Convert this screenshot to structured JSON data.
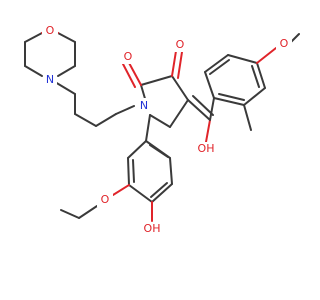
{
  "atoms": {
    "morpholine_o": "O",
    "morpholine_n": "N",
    "ring_n": "N",
    "carbonyl_o_2": "O",
    "carbonyl_o_3": "O",
    "enol_oh": "OH",
    "methoxy_o": "O",
    "ethoxy_o": "O",
    "phenol_oh": "OH"
  },
  "colors": {
    "carbon_bond": "#3a3a3a",
    "oxygen": "#e0242a",
    "nitrogen": "#2233d6",
    "background": "#ffffff"
  }
}
